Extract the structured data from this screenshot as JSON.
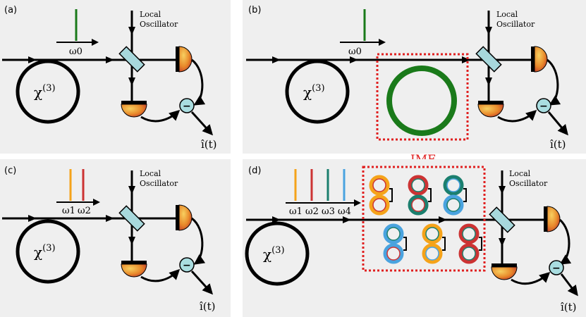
{
  "colors": {
    "panel_bg": "#efefef",
    "line": "#000000",
    "green": "#1a7a1a",
    "orange": "#f5a31a",
    "red": "#cc3333",
    "teal": "#1b7f6e",
    "blue": "#4aa3df",
    "ime_border": "#e02020",
    "ime_text": "#e02020",
    "beamsplitter": "#a7d8dc",
    "detector_dark": "#c0392b",
    "detector_light": "#f7c04a",
    "subtractor": "#a9dde0"
  },
  "panels": {
    "a": {
      "tag": "(a)",
      "nonlinearity": "χ",
      "power": "(3)",
      "lo_line1": "Local",
      "lo_line2": "Oscillator",
      "freqs": [
        "ω0"
      ],
      "output": "î(t)",
      "subtract_symbol": "−"
    },
    "b": {
      "tag": "(b)",
      "nonlinearity": "χ",
      "power": "(3)",
      "lo_line1": "Local",
      "lo_line2": "Oscillator",
      "freqs": [
        "ω0"
      ],
      "output": "î(t)",
      "subtract_symbol": "−"
    },
    "c": {
      "tag": "(c)",
      "nonlinearity": "χ",
      "power": "(3)",
      "lo_line1": "Local",
      "lo_line2": "Oscillator",
      "freqs": [
        "ω1",
        "ω2"
      ],
      "output": "î(t)",
      "subtract_symbol": "−"
    },
    "d": {
      "tag": "(d)",
      "nonlinearity": "χ",
      "power": "(3)",
      "lo_line1": "Local",
      "lo_line2": "Oscillator",
      "freqs": [
        "ω1",
        "ω2",
        "ω3",
        "ω4"
      ],
      "output": "î(t)",
      "subtract_symbol": "−",
      "ime_label": "IME"
    }
  }
}
